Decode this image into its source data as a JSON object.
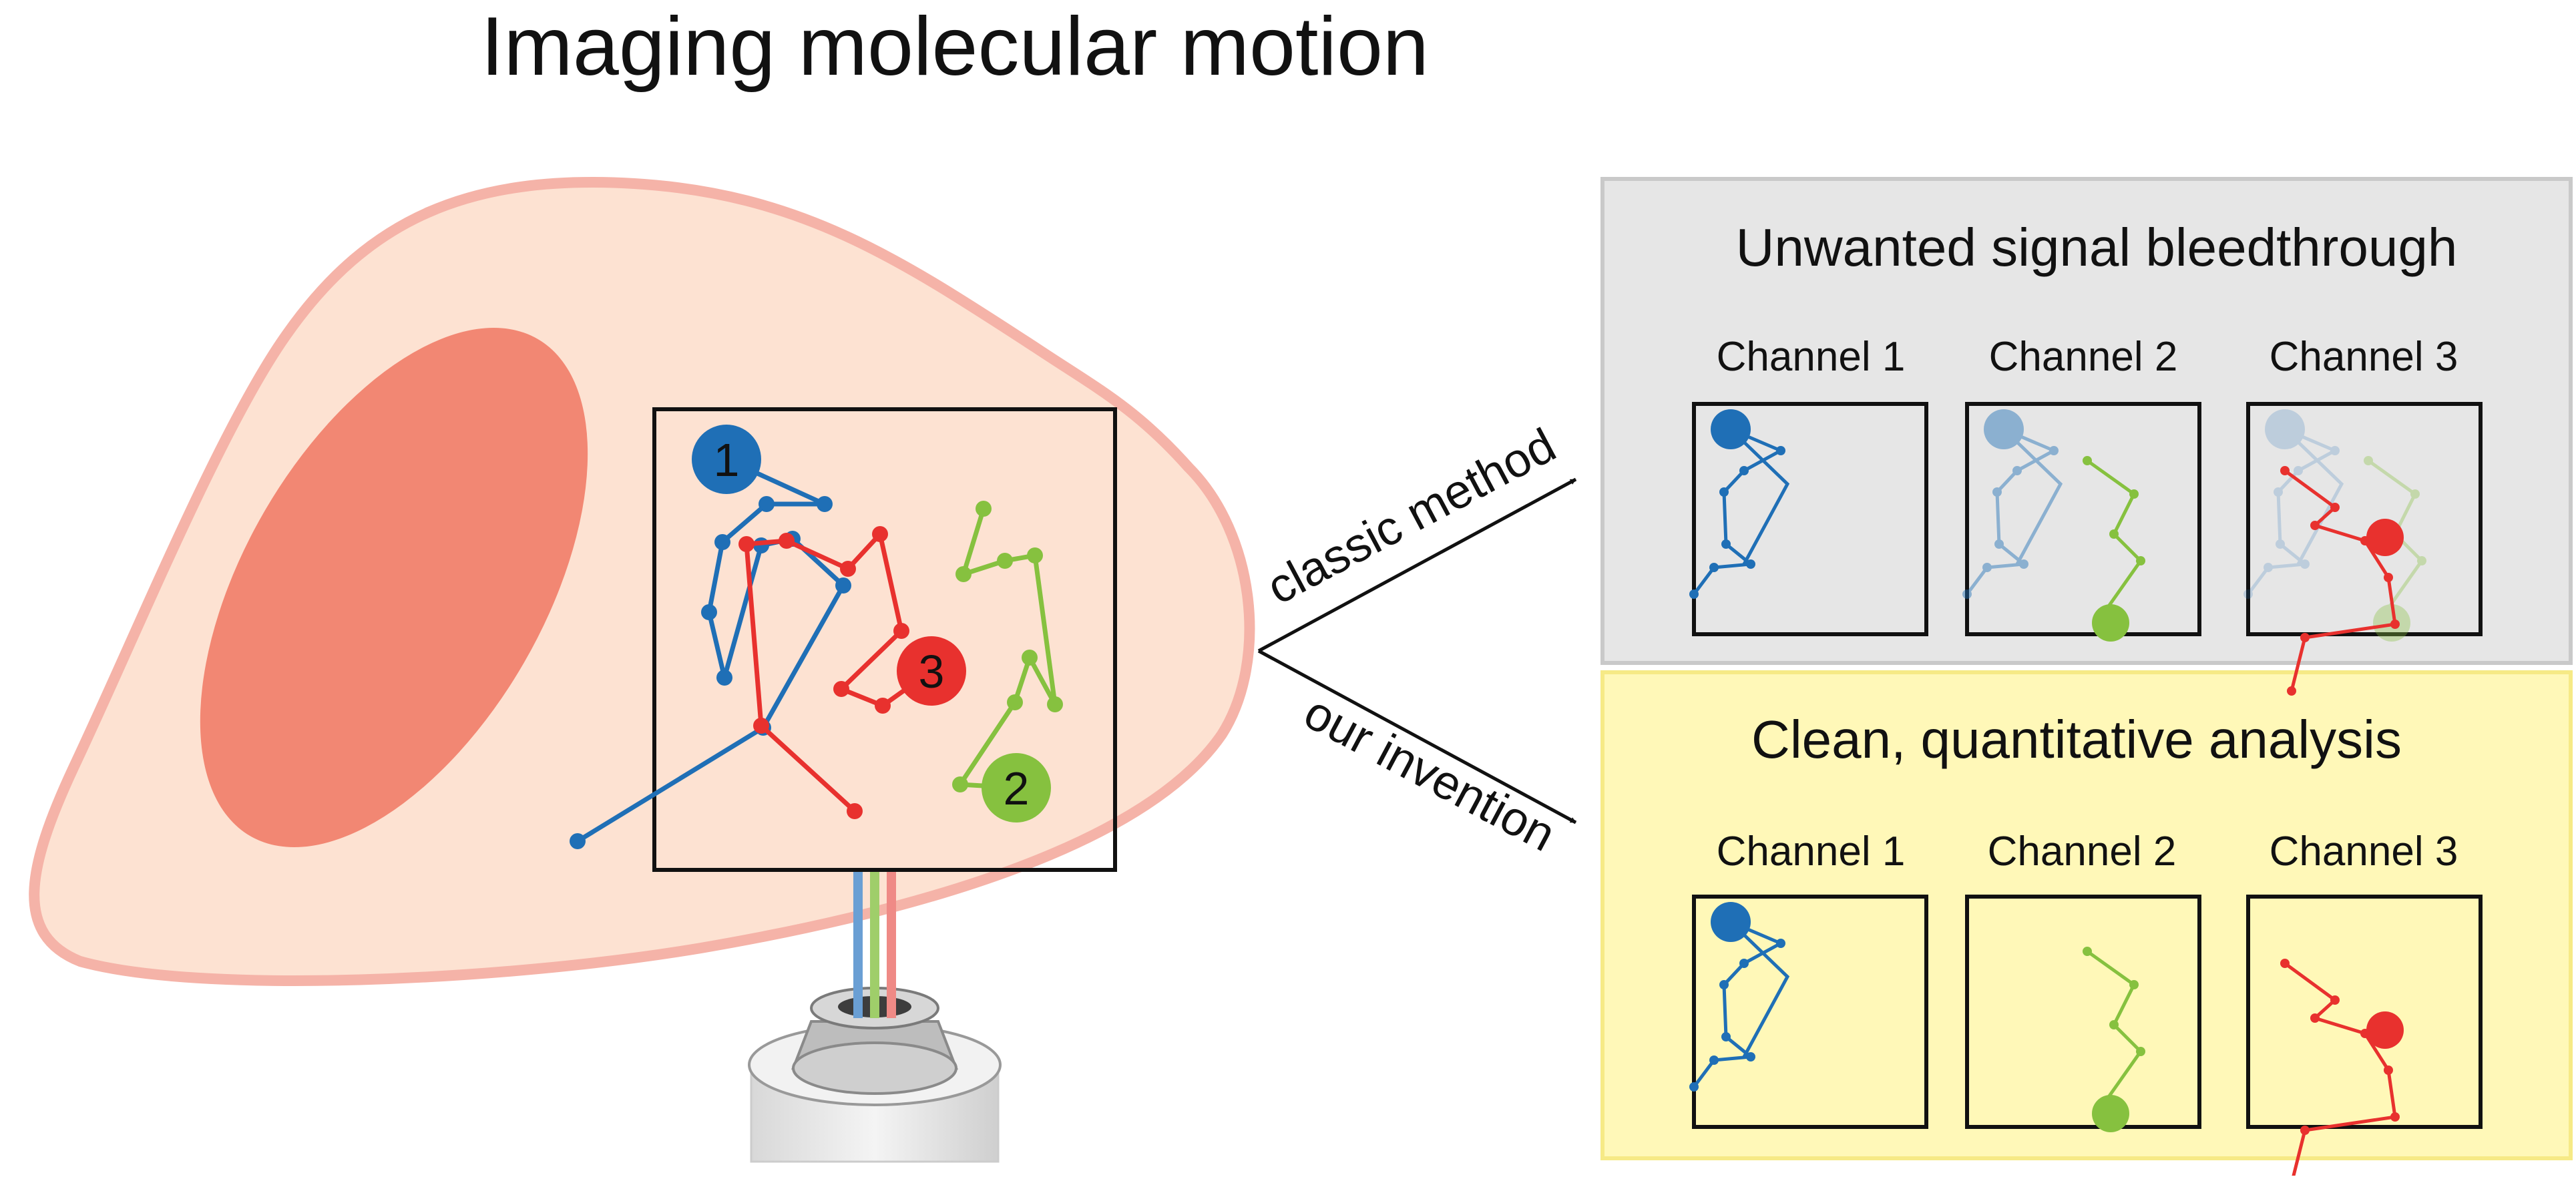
{
  "title": "Imaging molecular motion",
  "arrows": {
    "upper_label": "classic method",
    "lower_label": "our invention"
  },
  "panels": {
    "bleed": {
      "heading": "Unwanted signal bleedthrough",
      "channels": [
        "Channel 1",
        "Channel 2",
        "Channel 3"
      ]
    },
    "clean": {
      "heading": "Clean, quantitative analysis",
      "channels": [
        "Channel 1",
        "Channel 2",
        "Channel 3"
      ]
    }
  },
  "molecules": [
    {
      "label": "1",
      "color": "#1f6fb6"
    },
    {
      "label": "2",
      "color": "#86c13f"
    },
    {
      "label": "3",
      "color": "#e8312e"
    }
  ],
  "colors": {
    "cell_fill": "#fde2d2",
    "cell_outline": "#f5b3a8",
    "nucleus": "#f28773",
    "bleed_panel": "#e6e6e6",
    "clean_panel": "#fff8b8"
  }
}
